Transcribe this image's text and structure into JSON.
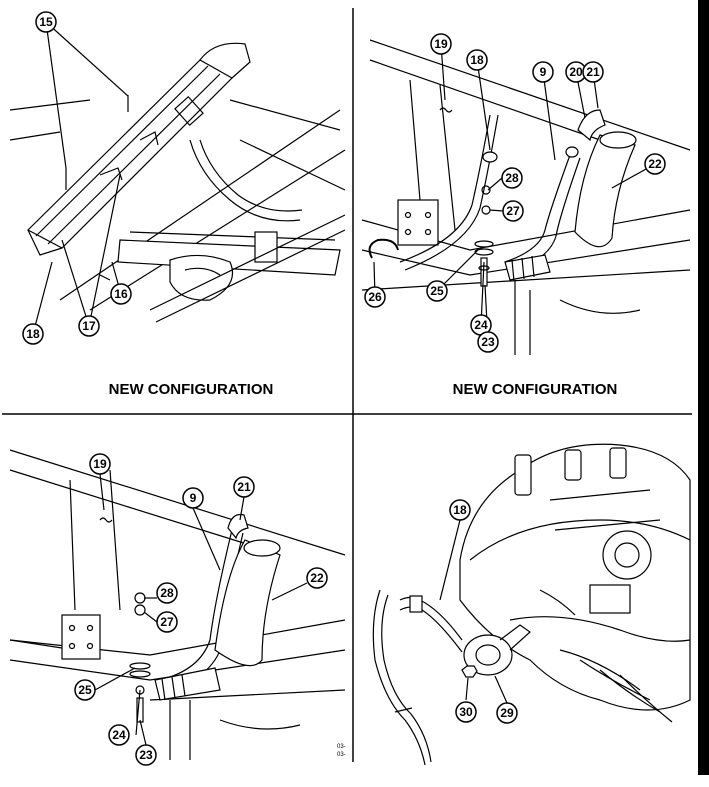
{
  "panels": [
    {
      "id": "top-left",
      "caption": "NEW CONFIGURATION",
      "callouts": [
        "15",
        "16",
        "17",
        "18"
      ]
    },
    {
      "id": "top-right",
      "caption": "NEW CONFIGURATION",
      "callouts": [
        "19",
        "18",
        "9",
        "20",
        "21",
        "22",
        "28",
        "27",
        "26",
        "25",
        "24",
        "23"
      ]
    },
    {
      "id": "bottom-left",
      "caption": "",
      "callouts": [
        "19",
        "9",
        "21",
        "22",
        "28",
        "27",
        "25",
        "24",
        "23"
      ]
    },
    {
      "id": "bottom-right",
      "caption": "",
      "callouts": [
        "18",
        "30",
        "29"
      ]
    }
  ],
  "corner_code": "03-\n03-",
  "colors": {
    "ink": "#000000",
    "paper": "#ffffff"
  }
}
